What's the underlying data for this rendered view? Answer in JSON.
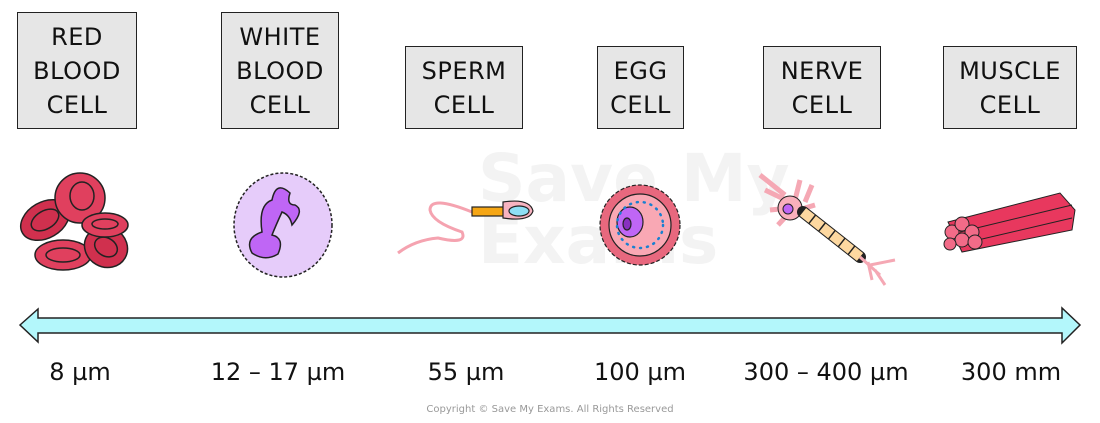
{
  "cells": [
    {
      "name": "RED BLOOD CELL",
      "lines": [
        "RED",
        "BLOOD",
        "CELL"
      ],
      "size": "8 µm"
    },
    {
      "name": "WHITE BLOOD CELL",
      "lines": [
        "WHITE",
        "BLOOD",
        "CELL"
      ],
      "size": "12 – 17 µm"
    },
    {
      "name": "SPERM CELL",
      "lines": [
        "SPERM",
        "CELL"
      ],
      "size": "55 µm"
    },
    {
      "name": "EGG CELL",
      "lines": [
        "EGG",
        "CELL"
      ],
      "size": "100 µm"
    },
    {
      "name": "NERVE CELL",
      "lines": [
        "NERVE",
        "CELL"
      ],
      "size": "300 – 400 µm"
    },
    {
      "name": "MUSCLE CELL",
      "lines": [
        "MUSCLE",
        "CELL"
      ],
      "size": "300 mm"
    }
  ],
  "watermark": "Save My Exams",
  "copyright": "Copyright © Save My Exams. All Rights Reserved",
  "colors": {
    "arrow": "#b3f7fb",
    "red_cell": "#e0405e",
    "wbc": "#e6ccfa",
    "nucleus": "#bf66f5",
    "box": "#e6e6e6"
  }
}
